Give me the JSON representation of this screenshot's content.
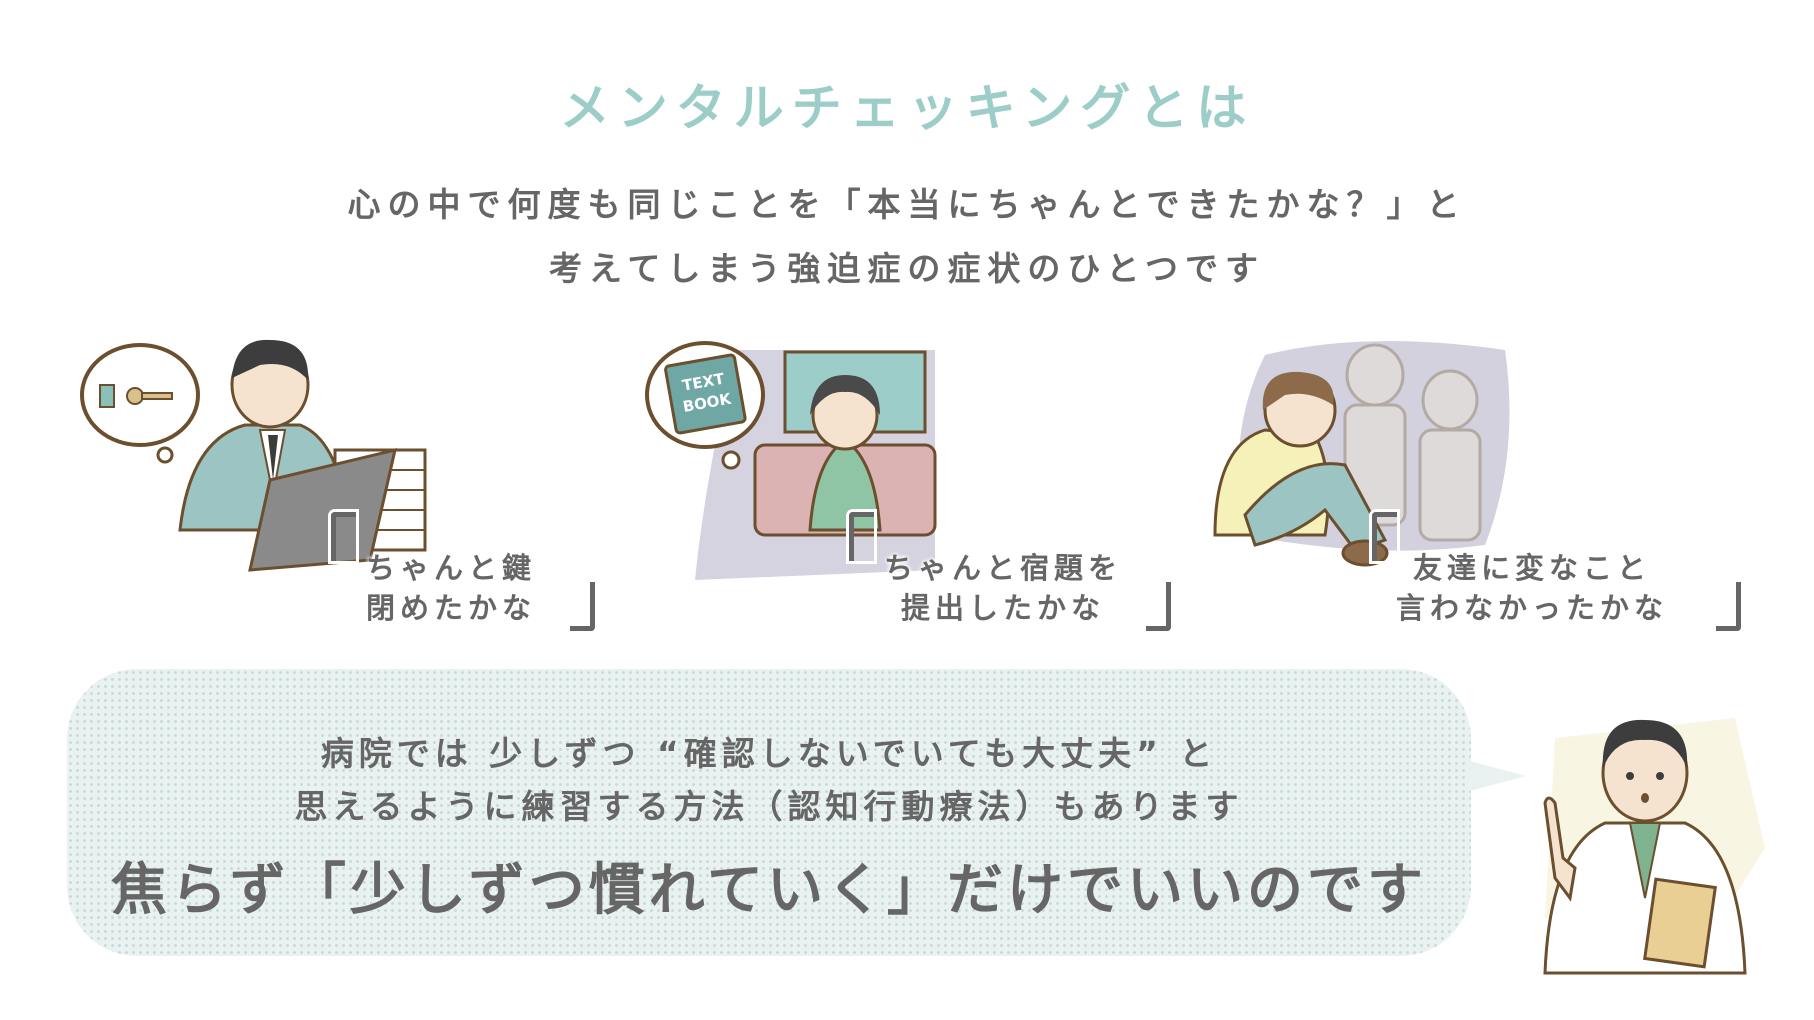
{
  "title": "メンタルチェッキングとは",
  "subtitle": {
    "line1": "心の中で何度も同じことを「本当にちゃんとできたかな？」と",
    "line2": "考えてしまう強迫症の症状のひとつです"
  },
  "examples": [
    {
      "line1": "ちゃんと鍵",
      "line2": "閉めたかな",
      "thought": "key"
    },
    {
      "line1": "ちゃんと宿題を",
      "line2": "提出したかな",
      "thought": "TEXT BOOK"
    },
    {
      "line1": "友達に変なこと",
      "line2": "言わなかったかな"
    }
  ],
  "textbook_label": {
    "l1": "TEXT",
    "l2": "BOOK"
  },
  "message": {
    "line1": "病院では 少しずつ “確認しないでいても大丈夫” と",
    "line2": "思えるように練習する方法（認知行動療法）もあります",
    "emphasis": "焦らず「少しずつ慣れていく」だけでいいのです"
  },
  "colors": {
    "accent": "#9ccdc9",
    "text": "#666666",
    "bubble": "#eaf2f1",
    "outline": "#6b4f2e"
  }
}
